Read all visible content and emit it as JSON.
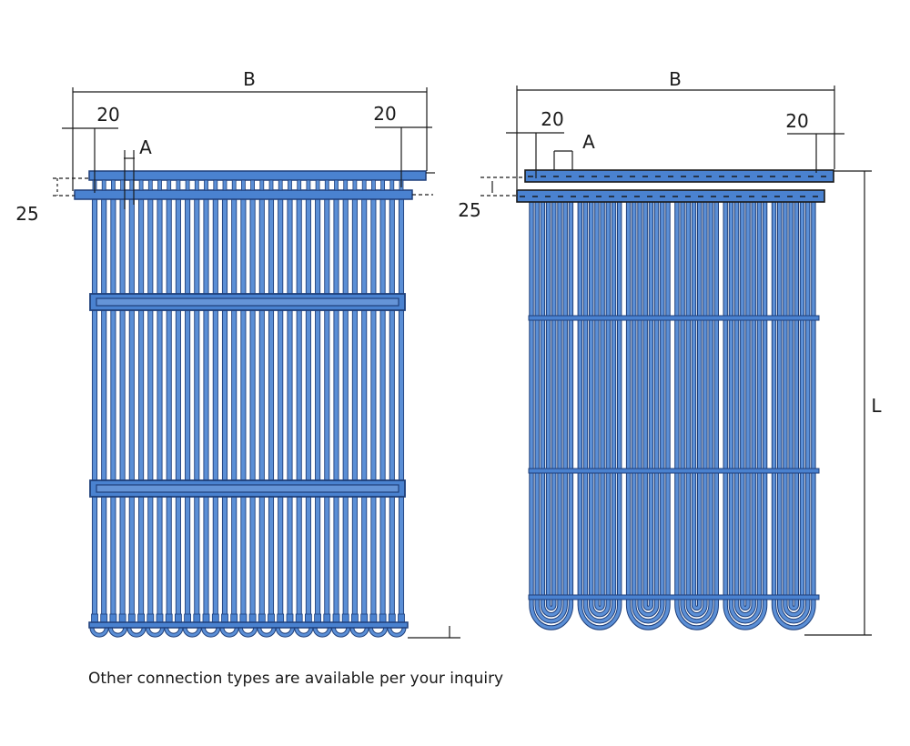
{
  "diagram": {
    "left_panel": {
      "label_B": "B",
      "label_20_left": "20",
      "label_20_right": "20",
      "label_A": "A",
      "label_25": "25"
    },
    "right_panel": {
      "label_B": "B",
      "label_20_left": "20",
      "label_20_right": "20",
      "label_A": "A",
      "label_25": "25",
      "label_L": "L"
    },
    "colors": {
      "tube_fill": "#5b8fd6",
      "tube_outline": "#1f3f7a",
      "header_fill": "#4a82d0",
      "line": "#1a1a1a"
    }
  },
  "caption": "Other connection types are available per your inquiry"
}
